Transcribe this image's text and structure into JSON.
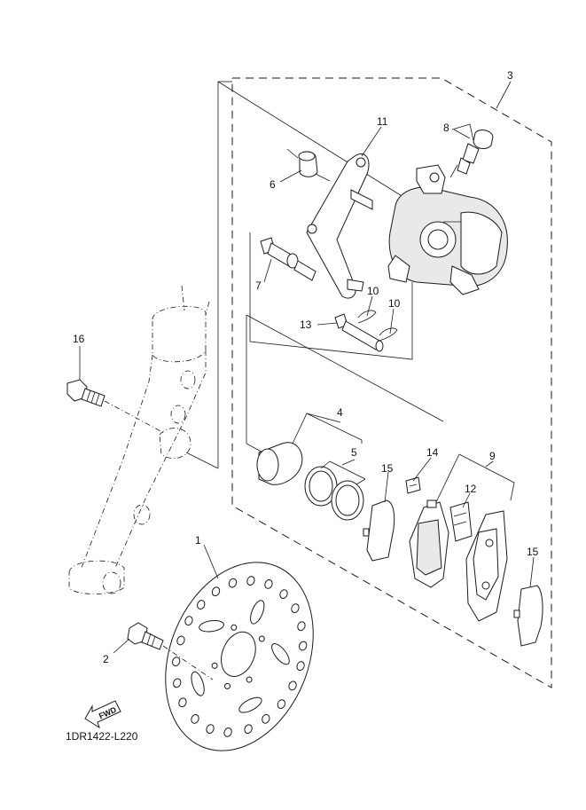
{
  "diagram": {
    "callouts": [
      "1",
      "2",
      "3",
      "4",
      "5",
      "6",
      "7",
      "8",
      "9",
      "10",
      "10",
      "11",
      "12",
      "13",
      "14",
      "15",
      "15",
      "16"
    ],
    "direction_marker": "FWD",
    "drawing_code": "1DR1422-L220"
  }
}
